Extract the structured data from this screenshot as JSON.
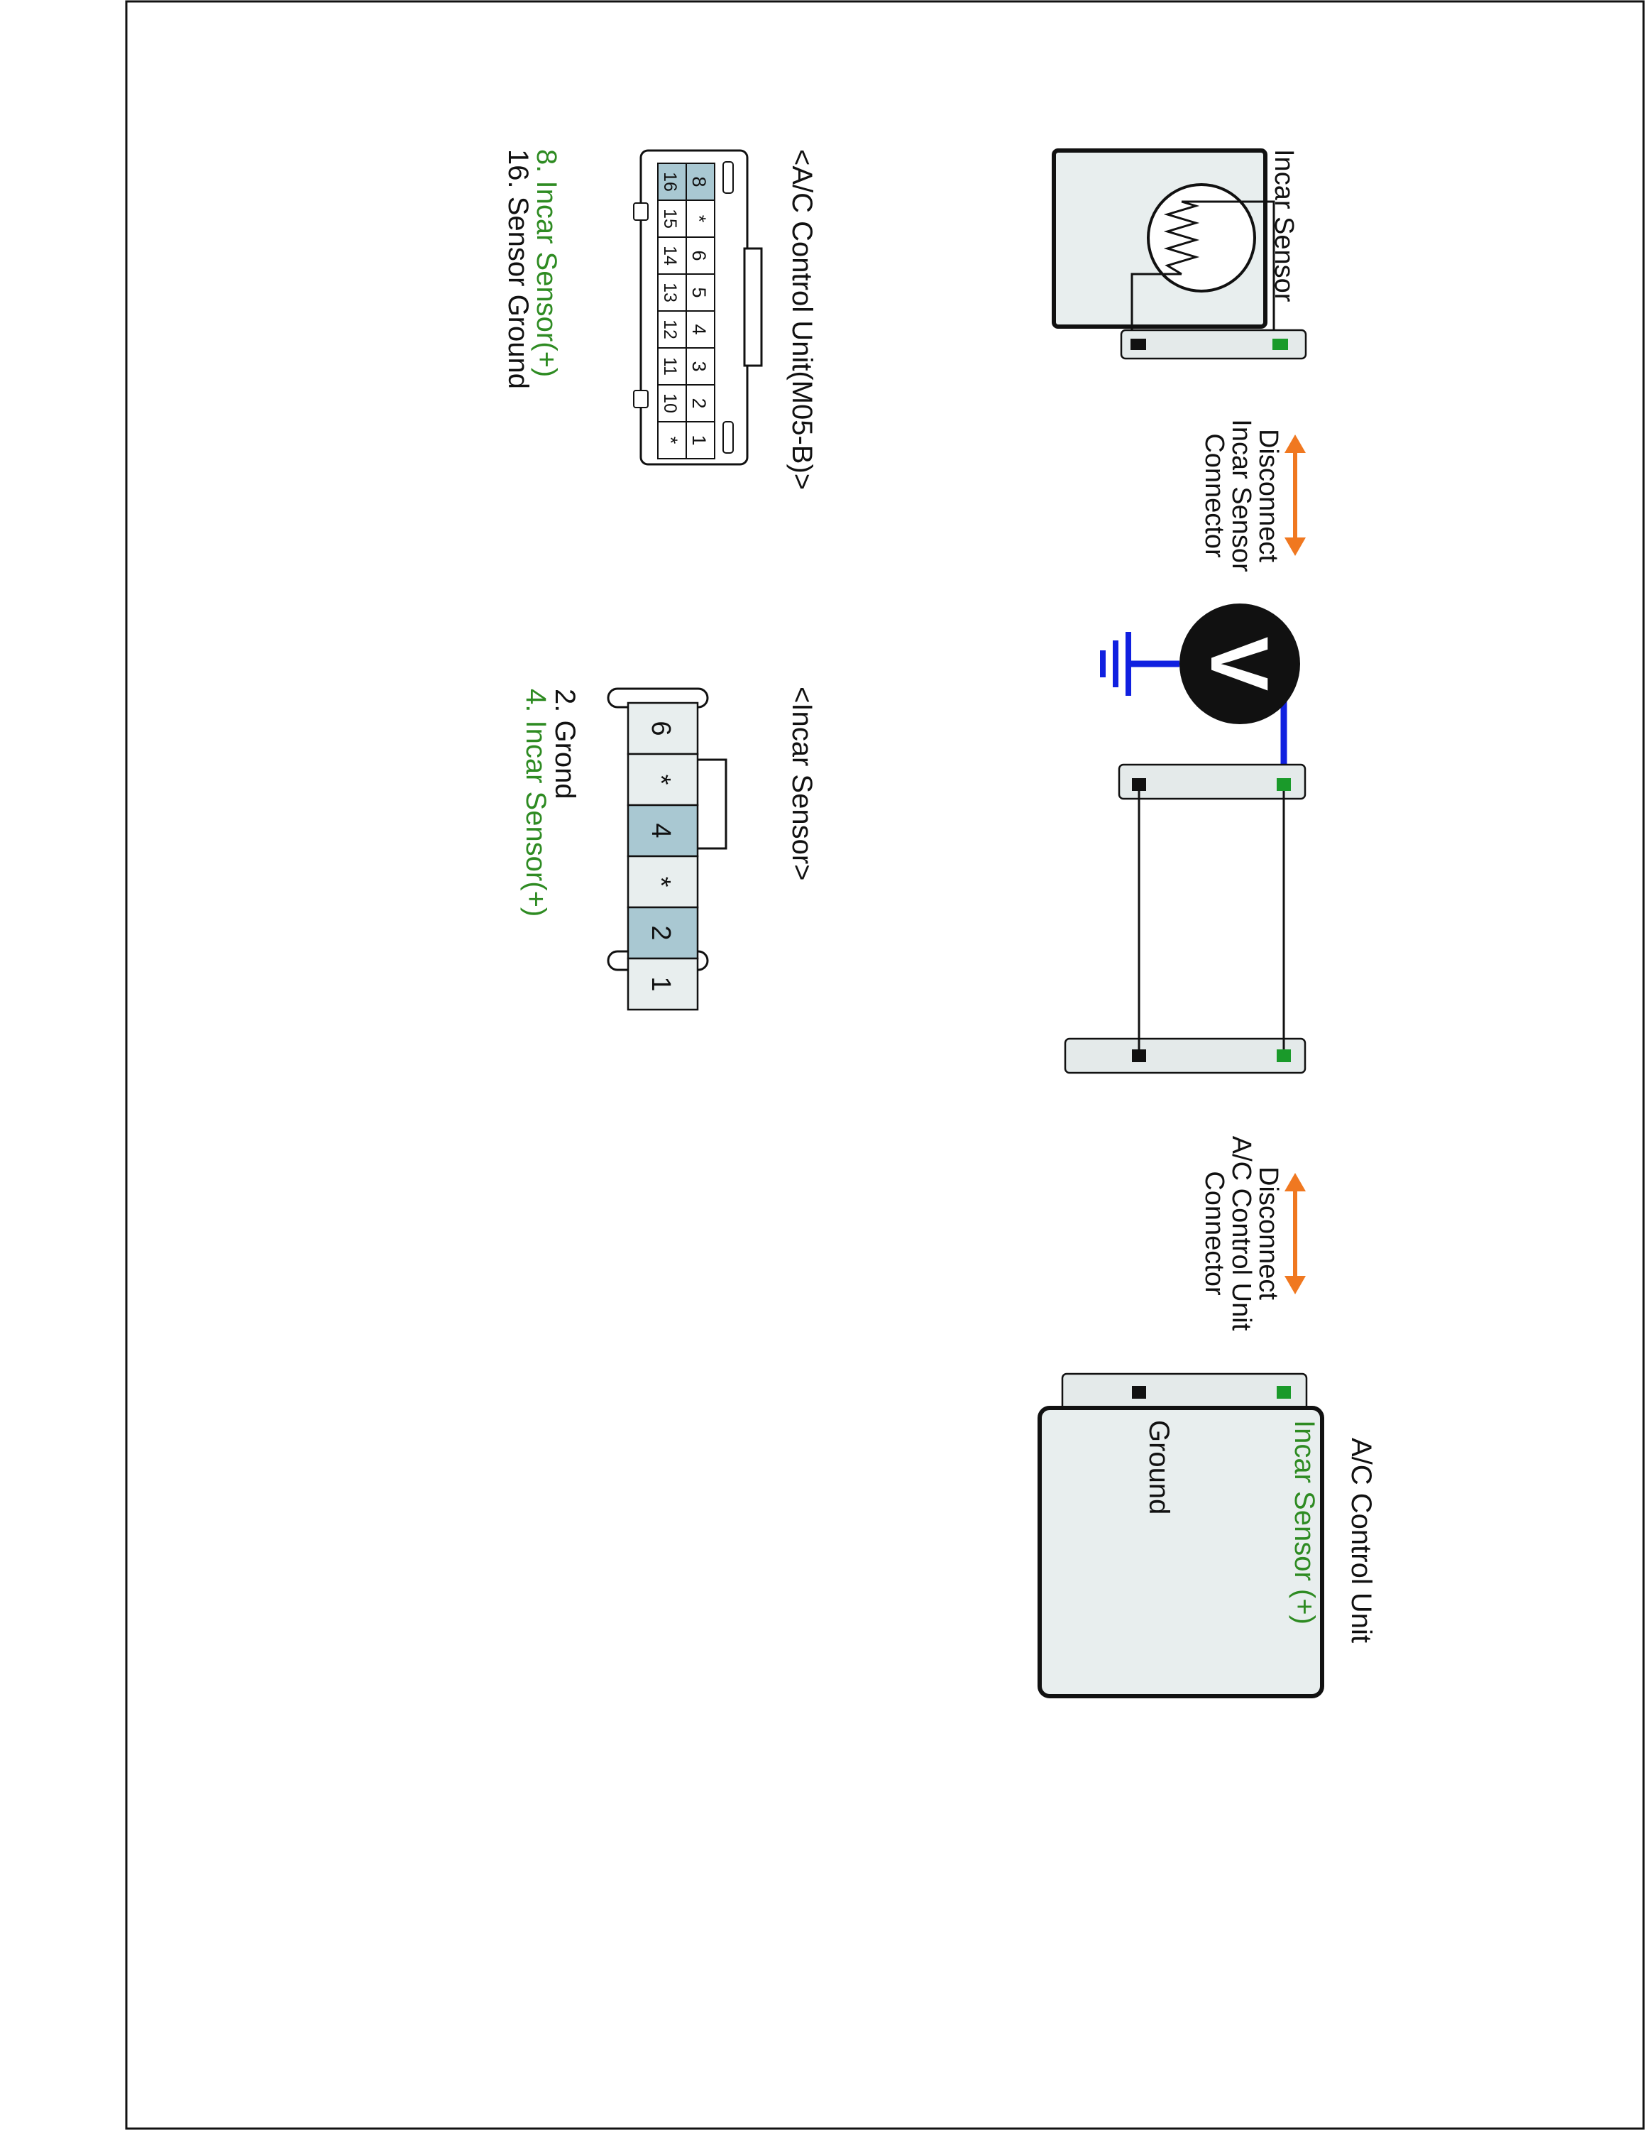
{
  "colors": {
    "component_fill": "#e8eeee",
    "connector_fill": "#e4eaea",
    "highlight_pin": "#a9c8d2",
    "wire": "#111111",
    "voltmeter_lead": "#1020e0",
    "disconnect_arrow": "#f07820",
    "sensor_text": "#2e8b22",
    "pin_positive": "#1a9a2a",
    "pin_ground": "#111111"
  },
  "incar_sensor": {
    "label": "Incar Sensor"
  },
  "disconnect_sensor": {
    "lines": [
      "Disconnect",
      "Incar Sensor",
      "Connector"
    ]
  },
  "disconnect_acu": {
    "lines": [
      "Disconnect",
      "A/C Control Unit",
      "Connector"
    ]
  },
  "voltmeter": {
    "symbol": "V"
  },
  "ac_control_unit": {
    "title": "A/C Control Unit",
    "terminal_positive": "Incar Sensor (+)",
    "terminal_ground": "Ground"
  },
  "acu_connector": {
    "title": "<A/C Control Unit(M05-B)>",
    "top_row": [
      "8",
      "*",
      "6",
      "5",
      "4",
      "3",
      "2",
      "1"
    ],
    "bottom_row": [
      "16",
      "15",
      "14",
      "13",
      "12",
      "11",
      "10",
      "*"
    ],
    "legend": [
      "8. Incar Sensor(+)",
      "16. Sensor Ground"
    ]
  },
  "sensor_connector": {
    "title": "<Incar Sensor>",
    "pins": [
      "6",
      "*",
      "4",
      "*",
      "2",
      "1"
    ],
    "legend": [
      "2. Grond",
      "4. Incar Sensor(+)"
    ]
  }
}
